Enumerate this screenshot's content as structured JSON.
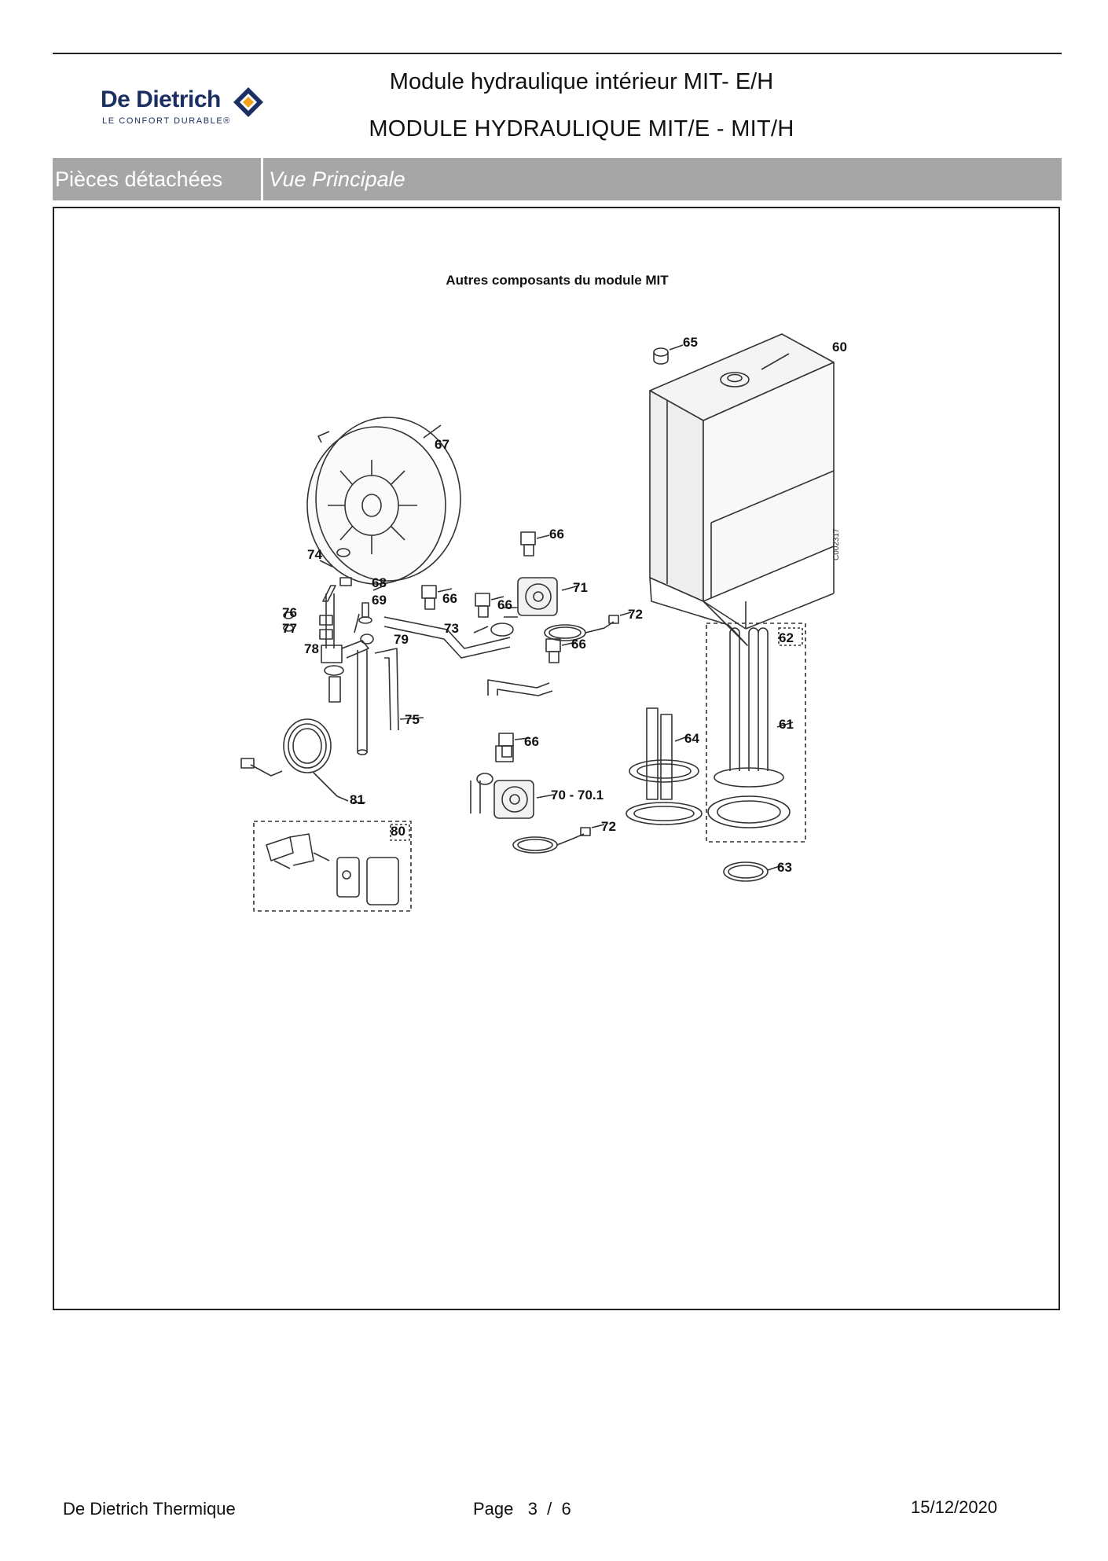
{
  "brand": {
    "name": "De Dietrich",
    "tagline": "LE CONFORT DURABLE®",
    "navy": "#1c2f63",
    "orange": "#f3a01b"
  },
  "header": {
    "title_line1": "Module hydraulique intérieur MIT- E/H",
    "title_line2": "MODULE HYDRAULIQUE MIT/E - MIT/H"
  },
  "tabs": {
    "section": "Pièces détachées",
    "view": "Vue Principale",
    "bar_color": "#a6a6a6"
  },
  "diagram": {
    "title": "Autres composants du module MIT",
    "drawing_code": "C002317",
    "labels": {
      "p60": "60",
      "p61": "61",
      "p62": "62",
      "p63": "63",
      "p64": "64",
      "p65": "65",
      "p66a": "66",
      "p66b": "66",
      "p66c": "66",
      "p66d": "66",
      "p66e": "66",
      "p67": "67",
      "p68": "68",
      "p69": "69",
      "p70": "70 - 70.1",
      "p71": "71",
      "p72a": "72",
      "p72b": "72",
      "p73": "73",
      "p74": "74",
      "p75": "75",
      "p76": "76",
      "p77": "77",
      "p78": "78",
      "p79": "79",
      "p80": "80",
      "p81": "81"
    }
  },
  "footer": {
    "company": "De Dietrich Thermique",
    "page": "Page   3  /  6",
    "date": "15/12/2020"
  }
}
